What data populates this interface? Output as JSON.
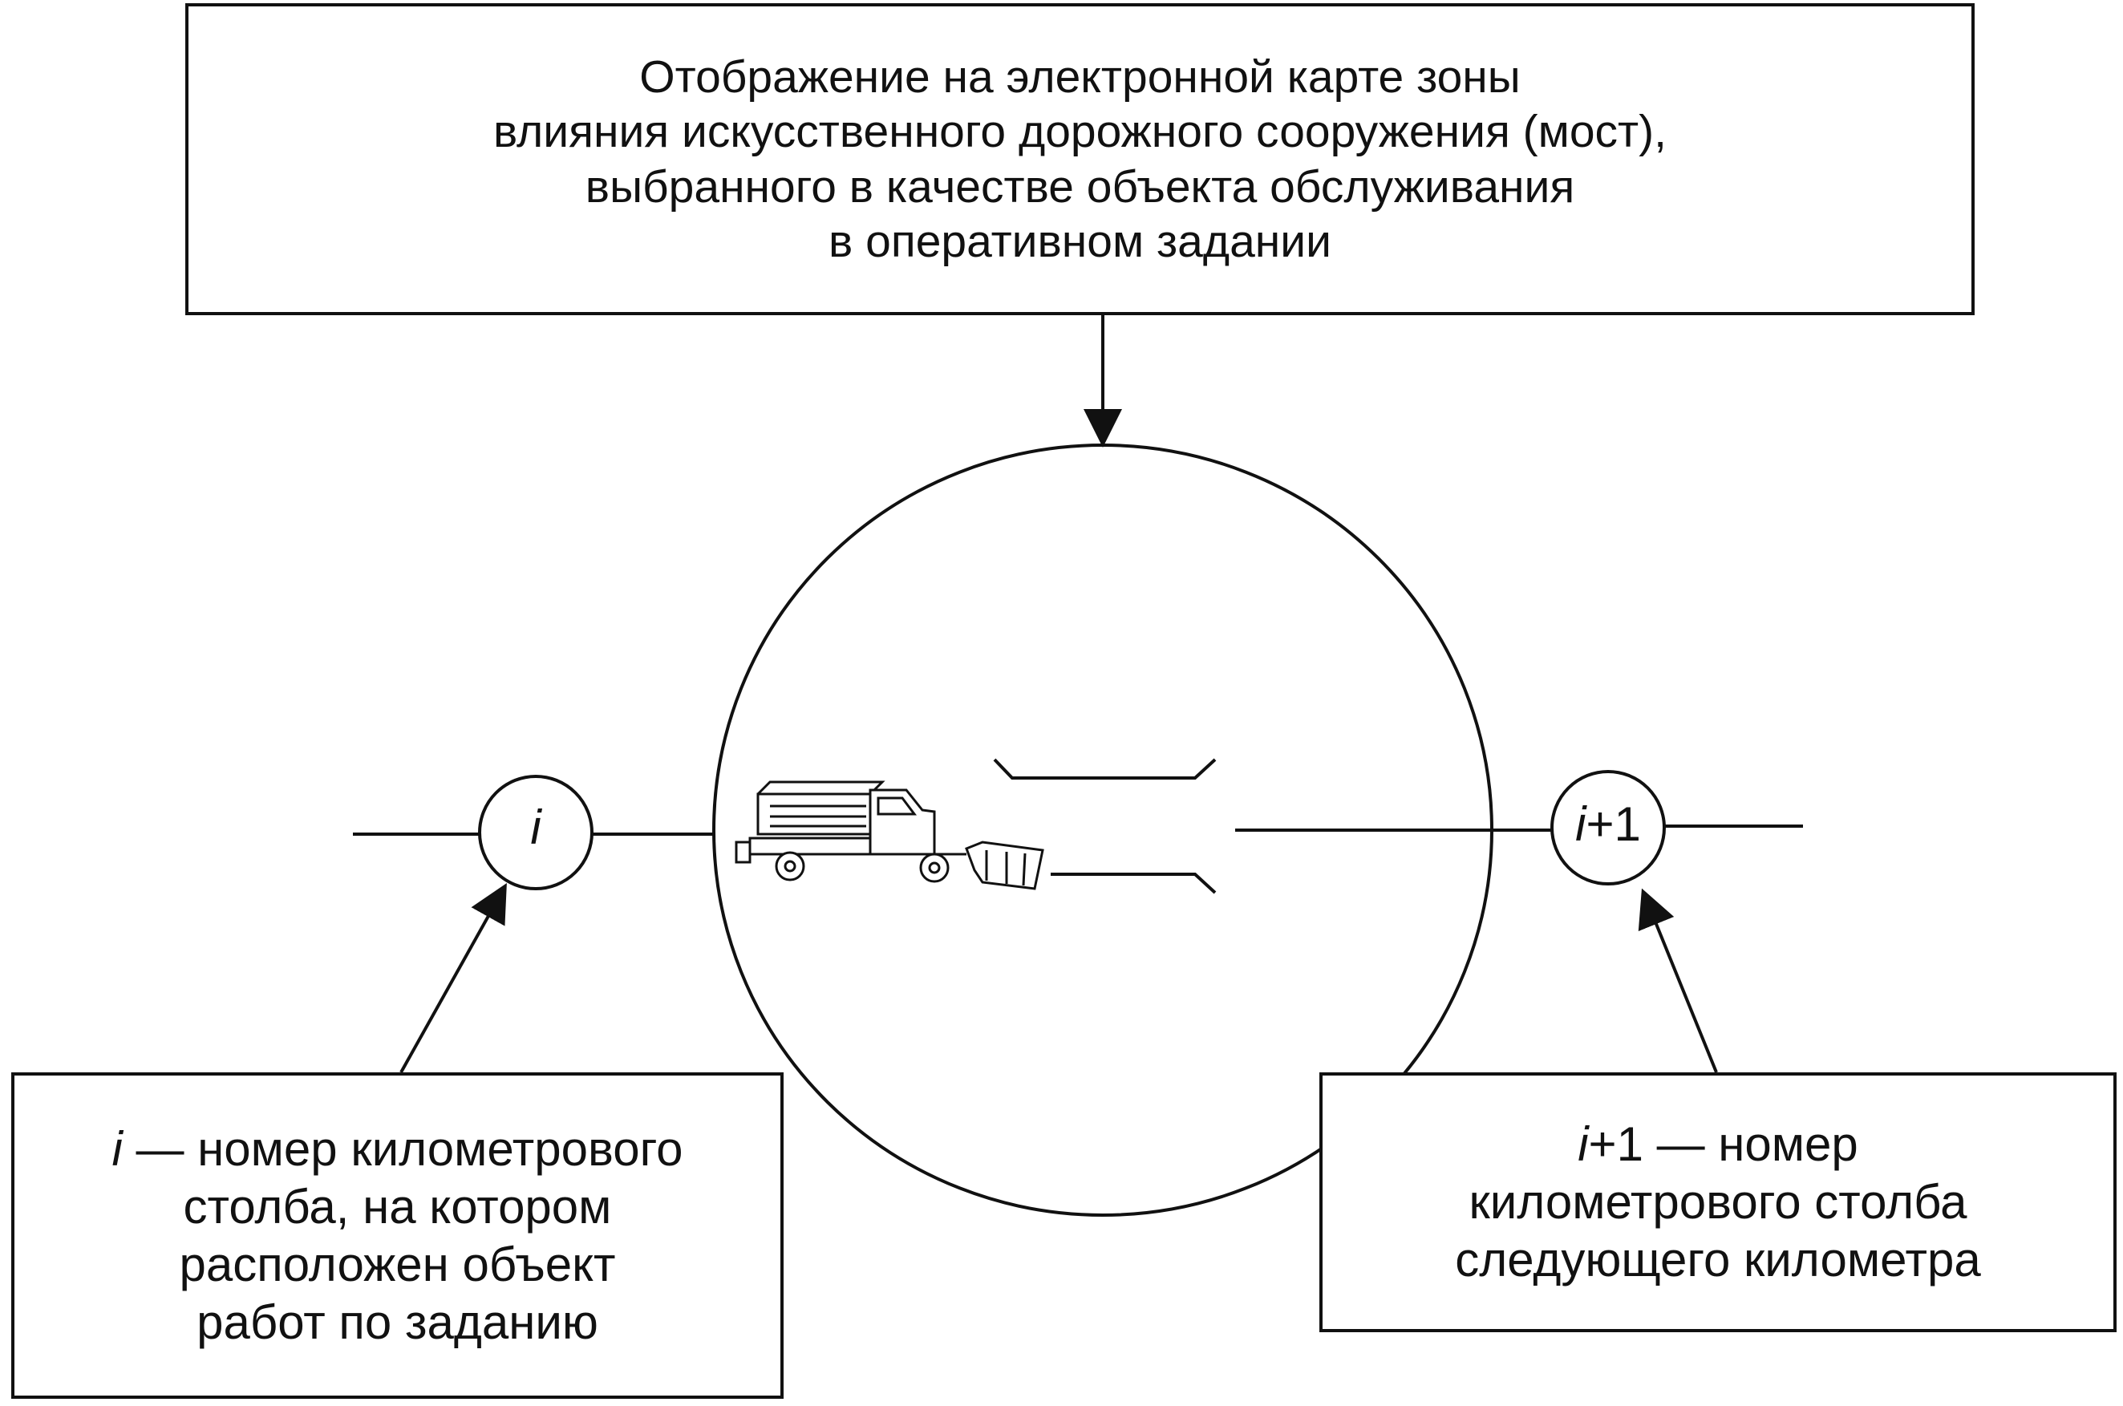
{
  "top_box": {
    "lines": [
      "Отображение на электронной карте зоны",
      "влияния искусственного дорожного сооружения (мост),",
      "выбранного в качестве объекта обслуживания",
      "в оперативном задании"
    ]
  },
  "marker_i": {
    "var": "i",
    "suffix": ""
  },
  "marker_i1": {
    "var": "i",
    "suffix": "+1"
  },
  "left_box": {
    "first_var": "i",
    "first_rest": " — номер километрового",
    "lines": [
      "столба, на котором",
      "расположен объект",
      "работ по заданию"
    ]
  },
  "right_box": {
    "first_var": "i",
    "first_rest": "+1 — номер",
    "lines": [
      "километрового столба",
      "следующего километра"
    ]
  },
  "colors": {
    "stroke": "#111111",
    "background": "#ffffff"
  },
  "icons": {
    "vehicle": "snowplow-truck-icon"
  }
}
